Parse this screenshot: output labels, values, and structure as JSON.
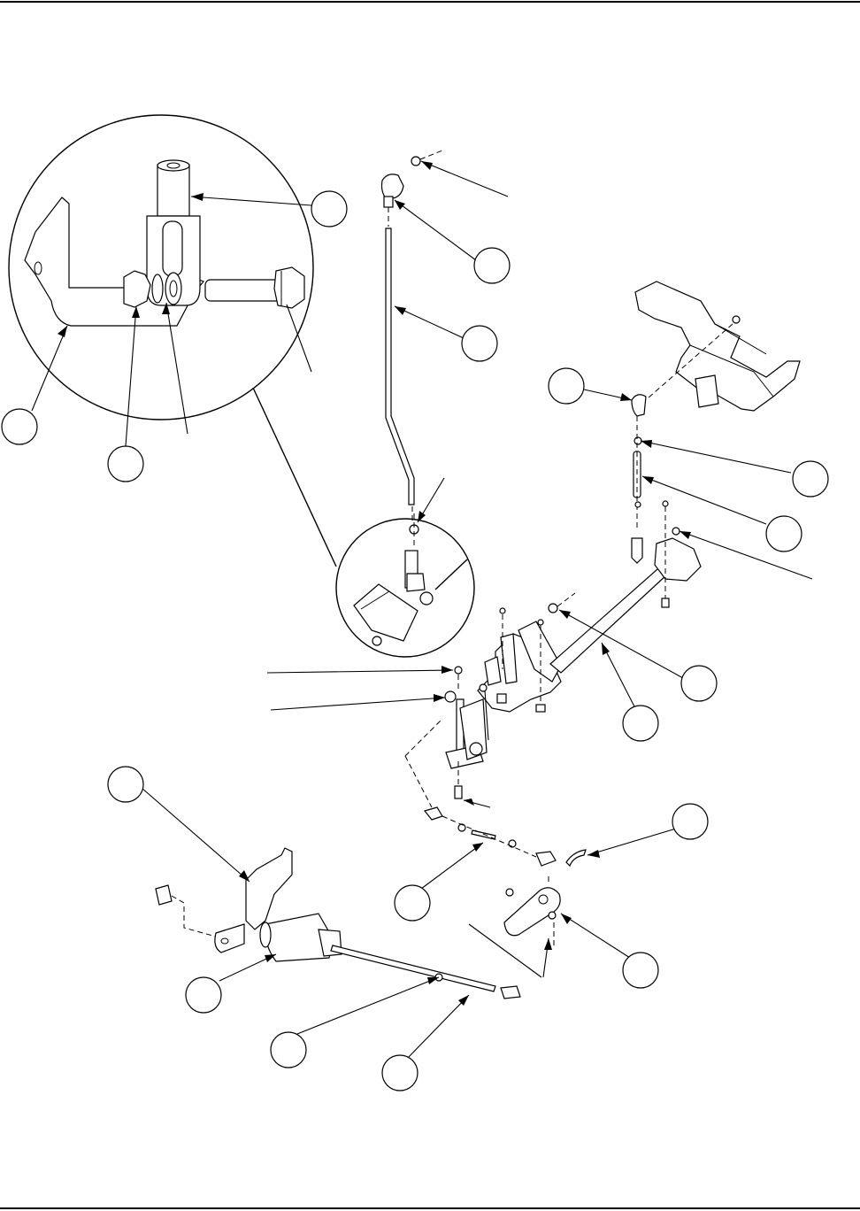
{
  "diagram": {
    "callouts": [
      {
        "id": "c1",
        "label": ""
      },
      {
        "id": "c2",
        "label": ""
      },
      {
        "id": "c3",
        "label": ""
      },
      {
        "id": "c4",
        "label": ""
      },
      {
        "id": "c5",
        "label": ""
      },
      {
        "id": "c6",
        "label": ""
      },
      {
        "id": "c7",
        "label": ""
      },
      {
        "id": "c8",
        "label": ""
      },
      {
        "id": "c9",
        "label": ""
      },
      {
        "id": "c10",
        "label": ""
      },
      {
        "id": "c11",
        "label": ""
      },
      {
        "id": "c12",
        "label": ""
      },
      {
        "id": "c13",
        "label": ""
      },
      {
        "id": "c14",
        "label": ""
      },
      {
        "id": "c15",
        "label": ""
      },
      {
        "id": "c16",
        "label": ""
      },
      {
        "id": "c17",
        "label": ""
      },
      {
        "id": "c18",
        "label": ""
      },
      {
        "id": "c19",
        "label": ""
      }
    ]
  }
}
